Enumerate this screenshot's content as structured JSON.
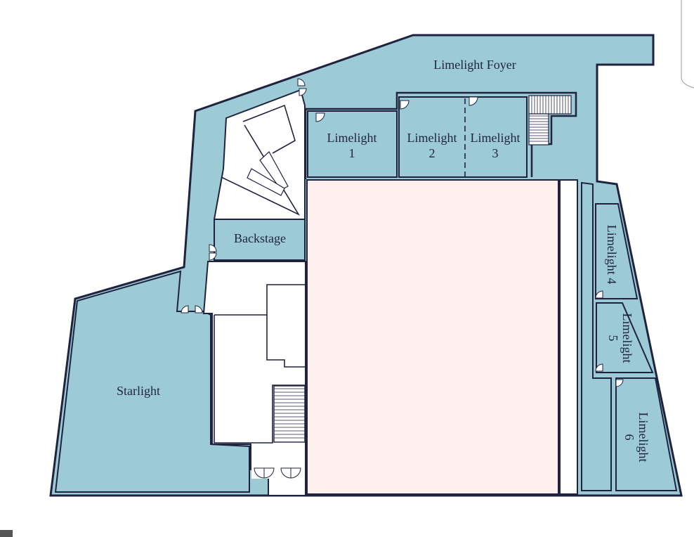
{
  "rooms": {
    "foyer": "Limelight Foyer",
    "limelight1": [
      "Limelight",
      "1"
    ],
    "limelight2": [
      "Limelight",
      "2"
    ],
    "limelight3": [
      "Limelight",
      "3"
    ],
    "limelight4": "Limelight 4",
    "limelight5": [
      "Limelight",
      "5"
    ],
    "limelight6": [
      "Limelight",
      "6"
    ],
    "backstage": "Backstage",
    "starlight": "Starlight"
  },
  "colors": {
    "room": "#9ccbd6",
    "stage": "#fdf0ef",
    "wall": "#1f2340"
  }
}
